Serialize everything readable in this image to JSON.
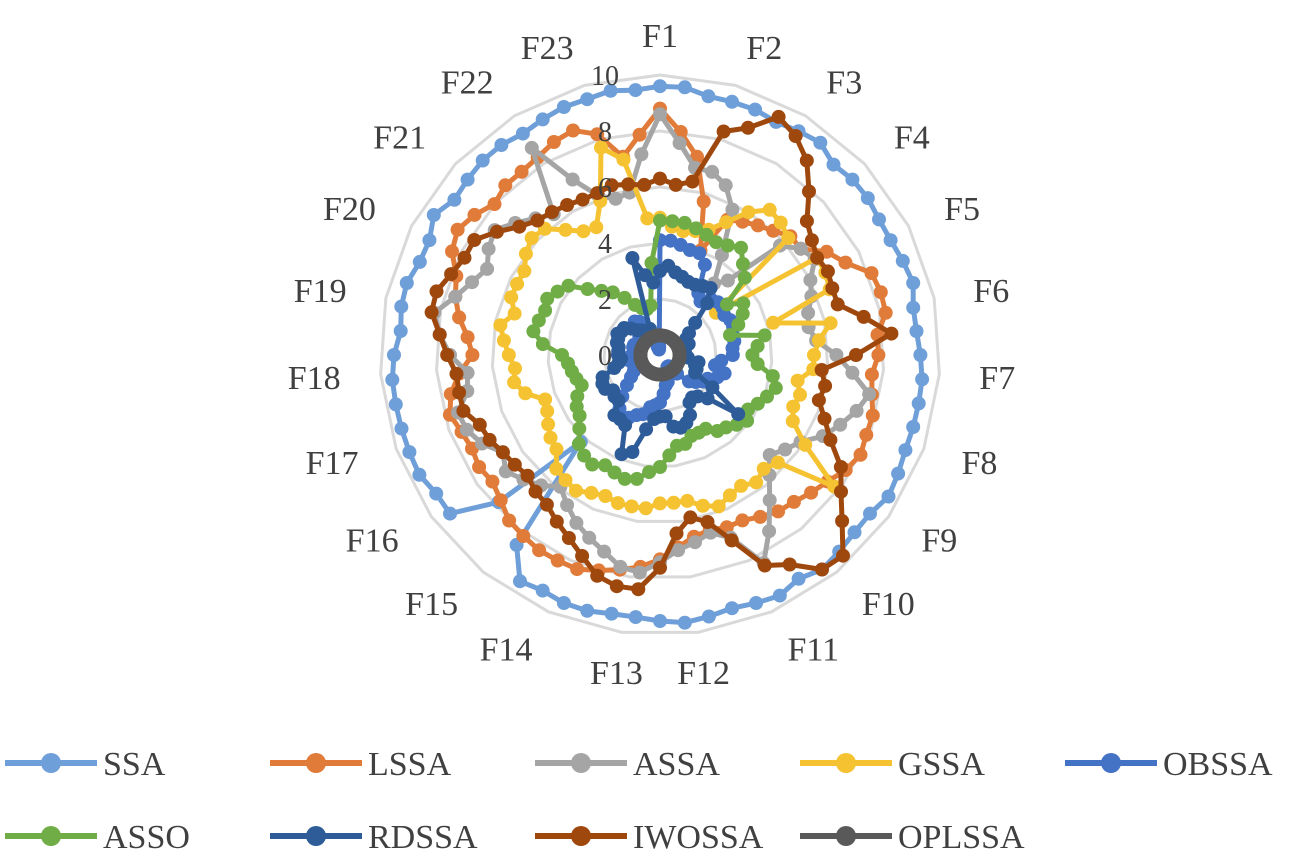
{
  "chart_data": {
    "type": "radar",
    "categories": [
      "F1",
      "F2",
      "F3",
      "F4",
      "F5",
      "F6",
      "F7",
      "F8",
      "F9",
      "F10",
      "F11",
      "F12",
      "F13",
      "F14",
      "F15",
      "F16",
      "F17",
      "F18",
      "F19",
      "F20",
      "F21",
      "F22",
      "F23"
    ],
    "radial_ticks": [
      0,
      2,
      4,
      6,
      8,
      10
    ],
    "rlim": [
      0,
      10
    ],
    "grid": true,
    "legend_position": "bottom",
    "series": [
      {
        "name": "SSA",
        "color": "#6f9fd8",
        "values": [
          9.6,
          9.6,
          9.4,
          9.4,
          9.4,
          9.3,
          9.4,
          9.5,
          9.2,
          9.3,
          9.3,
          9.2,
          9.2,
          9.3,
          9.4,
          9.2,
          9.2,
          9.3,
          9.4,
          9.4,
          9.4,
          9.4,
          9.5,
          9.6,
          9.4,
          9.4,
          9.5,
          9.6,
          9.4,
          9.6,
          9.5,
          9.4,
          9.5,
          9.6,
          9.5,
          9.4,
          9.4,
          9.5,
          9.5,
          9.4,
          9.5,
          8.5,
          4.2,
          7.8,
          9.4,
          9.4,
          9.6,
          9.6,
          9.6,
          9.6,
          9.6,
          9.5,
          9.3,
          9.4,
          9.4,
          9.2,
          9.2,
          9.5,
          9.2,
          9.3,
          9.4,
          9.4,
          9.3,
          9.4,
          9.5,
          9.5,
          9.6,
          9.5
        ]
      },
      {
        "name": "LSSA",
        "color": "#e07b39",
        "values": [
          8.8,
          8.0,
          7.2,
          5.7,
          4.0,
          5.4,
          5.6,
          5.8,
          6.0,
          6.3,
          6.3,
          7.0,
          7.4,
          8.1,
          8.2,
          8.2,
          7.8,
          7.8,
          7.6,
          7.7,
          7.9,
          7.9,
          8.0,
          7.8,
          7.5,
          7.3,
          7.1,
          7.0,
          6.8,
          6.6,
          6.6,
          6.5,
          6.6,
          6.9,
          7.3,
          7.6,
          7.8,
          8.0,
          8.2,
          8.2,
          8.2,
          8.1,
          8.0,
          7.7,
          7.5,
          7.6,
          7.5,
          7.6,
          7.8,
          7.6,
          7.2,
          6.7,
          6.9,
          7.3,
          7.6,
          7.8,
          8.3,
          8.5,
          8.3,
          8.0,
          8.2,
          8.2,
          8.3,
          8.5,
          8.6,
          8.2,
          7.2,
          7.9
        ]
      },
      {
        "name": "ASSA",
        "color": "#a5a5a5",
        "values": [
          8.6,
          7.6,
          6.8,
          6.8,
          6.5,
          5.8,
          4.2,
          3.2,
          3.6,
          5.8,
          6.3,
          6.5,
          6.0,
          5.8,
          5.5,
          5.4,
          5.6,
          6.3,
          6.9,
          7.6,
          7.3,
          6.9,
          6.5,
          5.9,
          5.6,
          5.3,
          5.8,
          6.5,
          7.4,
          8.3,
          7.0,
          6.6,
          6.8,
          7.0,
          7.4,
          7.8,
          7.7,
          7.3,
          7.0,
          6.7,
          6.3,
          5.9,
          6.3,
          6.6,
          6.9,
          6.6,
          7.1,
          7.4,
          7.5,
          7.0,
          6.9,
          7.5,
          7.9,
          8.2,
          7.6,
          7.2,
          6.9,
          7.2,
          7.4,
          7.0,
          6.6,
          6.3,
          8.7,
          7.0,
          6.1,
          5.8,
          5.9,
          7.2
        ]
      },
      {
        "name": "GSSA",
        "color": "#f5c332",
        "values": [
          4.9,
          4.6,
          4.5,
          4.6,
          4.8,
          5.3,
          6.0,
          6.5,
          6.4,
          6.2,
          2.5,
          6.6,
          6.6,
          6.5,
          4.2,
          6.2,
          5.7,
          5.5,
          5.5,
          5.0,
          5.2,
          5.1,
          5.3,
          6.1,
          7.8,
          5.7,
          5.5,
          5.7,
          5.5,
          5.6,
          5.8,
          5.6,
          5.3,
          5.3,
          5.3,
          5.5,
          5.5,
          5.5,
          5.4,
          5.5,
          5.7,
          5.6,
          5.5,
          5.0,
          4.9,
          4.7,
          4.5,
          4.4,
          5.0,
          5.3,
          5.2,
          5.4,
          5.6,
          5.8,
          5.4,
          5.7,
          5.7,
          5.7,
          6.0,
          6.2,
          6.1,
          5.6,
          5.2,
          5.1,
          5.9,
          7.7,
          7.1,
          4.9
        ]
      },
      {
        "name": "OBSSA",
        "color": "#4472c4",
        "values": [
          4.1,
          4.1,
          4.0,
          3.9,
          3.9,
          3.6,
          2.6,
          2.4,
          2.7,
          2.8,
          2.8,
          2.7,
          2.8,
          2.8,
          2.7,
          2.7,
          2.6,
          2.6,
          2.2,
          2.0,
          2.4,
          2.2,
          1.9,
          1.8,
          1.6,
          1.4,
          0.9,
          0.5,
          0.5,
          0.6,
          0.7,
          1.0,
          1.1,
          1.4,
          1.7,
          1.8,
          1.9,
          2.2,
          2.3,
          2.5,
          2.6,
          2.4,
          2.0,
          1.6,
          1.3,
          1.1,
          1.0,
          1.0,
          1.0,
          1.1,
          1.2,
          1.0,
          0.9,
          0.9,
          1.0,
          1.0,
          0.8,
          0.7,
          0.7,
          1.0,
          1.3,
          1.5,
          1.4,
          0.9,
          0.6,
          0.3,
          0.2,
          0.3
        ]
      },
      {
        "name": "ASSO",
        "color": "#70ad47",
        "values": [
          4.8,
          4.8,
          4.8,
          4.7,
          4.6,
          4.5,
          4.6,
          4.8,
          4.4,
          4.1,
          3.0,
          3.5,
          3.3,
          3.0,
          2.6,
          3.8,
          3.5,
          3.3,
          3.5,
          4.1,
          4.3,
          4.1,
          3.9,
          3.7,
          3.9,
          3.7,
          3.5,
          3.4,
          3.1,
          3.1,
          3.1,
          3.3,
          3.3,
          3.6,
          4.0,
          4.2,
          4.5,
          4.6,
          4.5,
          4.4,
          4.6,
          4.5,
          4.3,
          3.9,
          3.6,
          3.5,
          3.3,
          3.0,
          3.1,
          3.2,
          3.3,
          3.5,
          4.2,
          4.6,
          4.5,
          4.4,
          4.5,
          4.3,
          4.1,
          3.5,
          3.1,
          2.8,
          2.4,
          2.0,
          1.8,
          1.7,
          1.8,
          3.3
        ]
      },
      {
        "name": "RDSSA",
        "color": "#2e5c99",
        "values": [
          3.0,
          3.2,
          3.0,
          2.9,
          2.8,
          2.8,
          2.9,
          3.0,
          2.5,
          1.7,
          1.3,
          1.1,
          1.0,
          1.1,
          0.9,
          0.8,
          0.9,
          0.8,
          1.0,
          1.4,
          1.3,
          1.4,
          1.4,
          2.2,
          3.5,
          2.3,
          2.0,
          1.9,
          2.0,
          2.4,
          2.6,
          2.7,
          2.6,
          2.2,
          2.2,
          2.3,
          2.7,
          3.6,
          3.8,
          2.8,
          2.7,
          2.7,
          2.2,
          2.2,
          2.1,
          2.3,
          2.3,
          2.2,
          1.7,
          1.5,
          1.4,
          1.5,
          1.5,
          1.5,
          1.6,
          1.6,
          1.7,
          1.6,
          1.6,
          1.4,
          1.2,
          1.1,
          0.9,
          0.8,
          1.0,
          3.6,
          2.9,
          2.6
        ]
      },
      {
        "name": "IWOSSA",
        "color": "#9e480e",
        "values": [
          6.3,
          6.1,
          6.3,
          8.3,
          8.7,
          9.5,
          9.2,
          8.7,
          7.9,
          7.1,
          6.8,
          6.6,
          6.7,
          6.6,
          6.6,
          7.4,
          8.3,
          7.0,
          5.8,
          6.0,
          5.9,
          6.3,
          6.8,
          7.6,
          8.1,
          8.8,
          9.7,
          9.6,
          8.8,
          8.4,
          7.1,
          6.2,
          5.9,
          6.4,
          7.6,
          8.4,
          8.4,
          8.2,
          7.7,
          7.3,
          7.0,
          6.7,
          6.6,
          6.4,
          6.5,
          6.6,
          6.8,
          6.9,
          7.3,
          7.3,
          7.3,
          7.6,
          7.9,
          8.3,
          8.3,
          8.0,
          7.8,
          7.8,
          7.3,
          6.8,
          6.5,
          6.4,
          6.3,
          6.2,
          6.2,
          6.3,
          6.2,
          6.1
        ]
      },
      {
        "name": "OPLSSA",
        "color": "#595959",
        "values": [
          0.7,
          0.7,
          0.7,
          0.7,
          0.7,
          0.7,
          0.7,
          0.7,
          0.7,
          0.7,
          0.7,
          0.7,
          0.7,
          0.7,
          0.7,
          0.7,
          0.7,
          0.7,
          0.7,
          0.7,
          0.7,
          0.7,
          0.7,
          0.7,
          0.7,
          0.7,
          0.7,
          0.7,
          0.7,
          0.7,
          0.7,
          0.7,
          0.7,
          0.7,
          0.7,
          0.7,
          0.7,
          0.7,
          0.7,
          0.7,
          0.7,
          0.7,
          0.7,
          0.7,
          0.7,
          0.7,
          0.7,
          0.7,
          0.7,
          0.7,
          0.7,
          0.7,
          0.7,
          0.7,
          0.7,
          0.7,
          0.7,
          0.7,
          0.7,
          0.7,
          0.7,
          0.7,
          0.7,
          0.7,
          0.7,
          0.7,
          0.7,
          0.7
        ]
      }
    ]
  }
}
